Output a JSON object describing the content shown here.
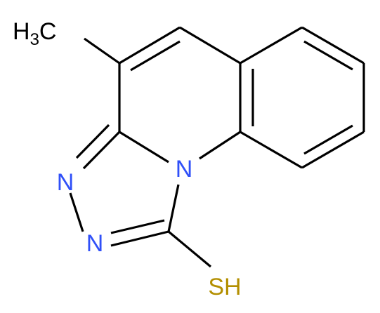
{
  "molecule": {
    "atoms": {
      "methyl": {
        "main": "H",
        "sub": "3",
        "tail": "C",
        "color": "#000000"
      },
      "n_upper": {
        "label": "N",
        "color": "#3050F8"
      },
      "n_lower": {
        "label": "N",
        "color": "#3050F8"
      },
      "n_bridge": {
        "label": "N",
        "color": "#3050F8"
      },
      "thiol": {
        "label": "SH",
        "color": "#B38F00"
      }
    },
    "colors": {
      "bond": "#000000",
      "nitrogen": "#3050F8",
      "sulfur": "#B38F00",
      "background": "#FFFFFF"
    }
  }
}
